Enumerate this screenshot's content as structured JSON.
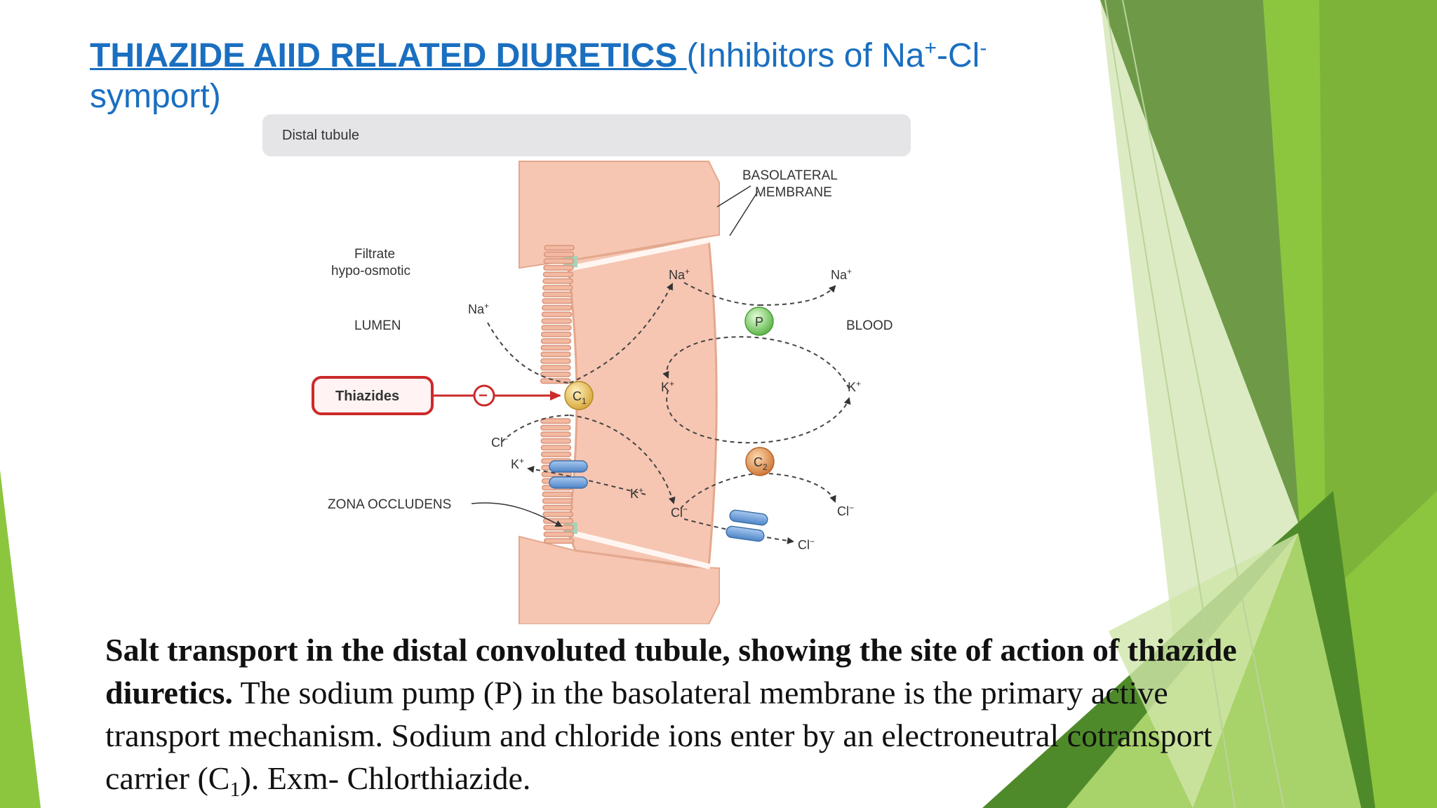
{
  "title": {
    "main": "THIAZIDE AIID RELATED DIURETICS ",
    "sub_prefix": "(Inhibitors of Na",
    "sup1": "+",
    "mid": "-Cl",
    "sup2": "-",
    "line2": "symport)"
  },
  "diagram": {
    "header": "Distal tubule",
    "labels": {
      "basolateral_line1": "BASOLATERAL",
      "basolateral_line2": "MEMBRANE",
      "filtrate_line1": "Filtrate",
      "filtrate_line2": "hypo-osmotic",
      "lumen": "LUMEN",
      "blood": "BLOOD",
      "zona_occludens": "ZONA OCCLUDENS",
      "thiazides": "Thiazides",
      "inhibit_symbol": "−"
    },
    "transporters": {
      "c1_letter": "C",
      "c1_sub": "1",
      "pump": "P",
      "c2_letter": "C",
      "c2_sub": "2"
    },
    "ions": {
      "na": "Na",
      "k": "K",
      "cl": "Cl",
      "plus": "+",
      "minus": "−"
    }
  },
  "caption": {
    "bold": "Salt transport in the distal convoluted tubule, showing the site of action of thiazide diuretics.",
    "text1": " The sodium pump (P) in the basolateral membrane is the primary active transport mechanism. Sodium and chloride ions enter by an electroneutral cotransport carrier (C",
    "sub": "1",
    "text2": "). Exm- Chlorthiazide."
  },
  "colors": {
    "title_blue": "#1a6fc0",
    "green_dark": "#5e8f36",
    "green_light": "#8cc63f",
    "cell_pink": "#f6c6b2",
    "thiazide_red": "#cc2a2a",
    "c1_gold": "#e8c35a",
    "pump_green": "#8fd27a",
    "c2_orange": "#e39a5a",
    "channel_blue": "#6f9fd6"
  }
}
